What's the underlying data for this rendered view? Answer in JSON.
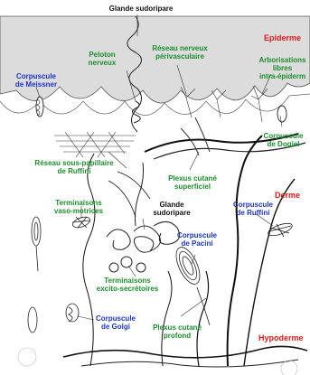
{
  "colors": {
    "green": "#1a8f2a",
    "blue": "#1a35c8",
    "red": "#e01818",
    "black": "#111111",
    "epidermis_fill": "#dcdcdc"
  },
  "labels": {
    "glande_sudoripare_top": "Glande sudoripare",
    "epiderme": "Epiderme",
    "peloton_nerveux": "Peloton\nnerveux",
    "reseau_perivasculaire": "Réseau nerveux\npérivasculaire",
    "arborisations_libres": "Arborisations\nlibres\nintra-épiderm",
    "corpuscule_meissner": "Corpuscule\nde Meissner",
    "corpuscule_dogiel": "Corpuscule\nde Dogiel",
    "reseau_ruffini": "Réseau sous-papillaire\nde Ruffini",
    "plexus_superficiel": "Plexus cutané\nsuperficiel",
    "derme": "Derme",
    "terminaisons_vaso": "Terminaisons\nvaso-motrices",
    "glande_sudoripare_mid": "Glande\nsudoripare",
    "corpuscule_ruffini": "Corpuscule\nde Ruffini",
    "corpuscule_pacini": "Corpuscule\nde Pacini",
    "terminaisons_excito": "Terminaisons\nexcito-secrétoires",
    "corpuscule_golgi": "Corpuscule\nde Golgi",
    "plexus_profond": "Plexus cutané\nprofond",
    "hypoderme": "Hypoderme"
  }
}
